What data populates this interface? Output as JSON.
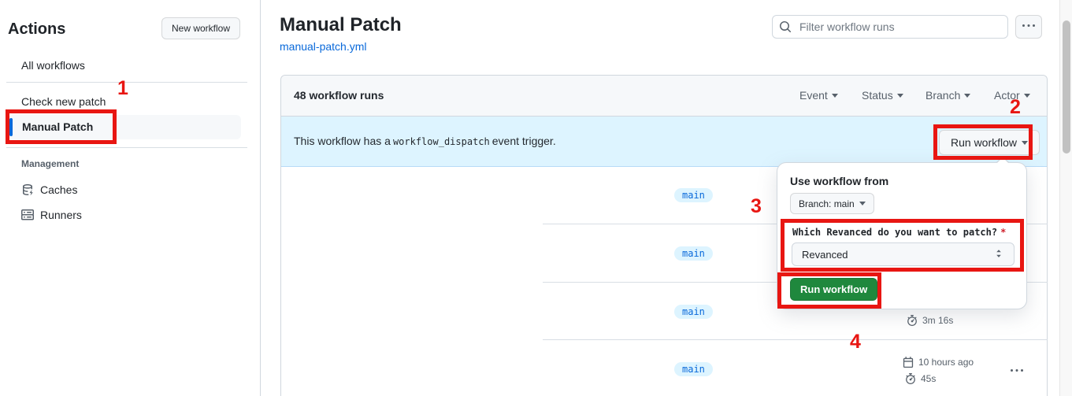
{
  "colors": {
    "annotation_red": "#e81612",
    "accent_blue": "#0969da",
    "banner_blue_bg": "#ddf4ff",
    "run_button_green": "#1f883d",
    "loading_bar_orange": "#f0765c",
    "selected_item_bg": "#f6f8fa"
  },
  "sidebar": {
    "title": "Actions",
    "new_workflow_button": "New workflow",
    "items": [
      {
        "label": "All workflows"
      },
      {
        "label": "Check new patch"
      },
      {
        "label": "Manual Patch",
        "selected": true
      }
    ],
    "section_label": "Management",
    "management": [
      {
        "label": "Caches",
        "icon": "cache-icon"
      },
      {
        "label": "Runners",
        "icon": "server-icon"
      }
    ]
  },
  "page": {
    "title": "Manual Patch",
    "workflow_file": "manual-patch.yml",
    "filter_placeholder": "Filter workflow runs",
    "kebab_icon": "kebab-horizontal-icon"
  },
  "runs": {
    "count_label": "48 workflow runs",
    "filters": [
      "Event",
      "Status",
      "Branch",
      "Actor"
    ],
    "banner": {
      "text_before": "This workflow has a",
      "code": "workflow_dispatch",
      "text_after": "event trigger.",
      "run_button": "Run workflow"
    },
    "rows": [
      {
        "branch": "main"
      },
      {
        "branch": "main"
      },
      {
        "branch": "main",
        "duration": "3m 16s"
      },
      {
        "branch": "main",
        "started": "10 hours ago",
        "duration": "45s"
      }
    ]
  },
  "run_dropdown": {
    "heading": "Use workflow from",
    "branch_selector": "Branch: main",
    "input_label": "Which Revanced do you want to patch?",
    "required_mark": "*",
    "input_value": "Revanced",
    "submit_button": "Run workflow"
  },
  "annotations": {
    "step1": "1",
    "step2": "2",
    "step3": "3",
    "step4": "4"
  }
}
